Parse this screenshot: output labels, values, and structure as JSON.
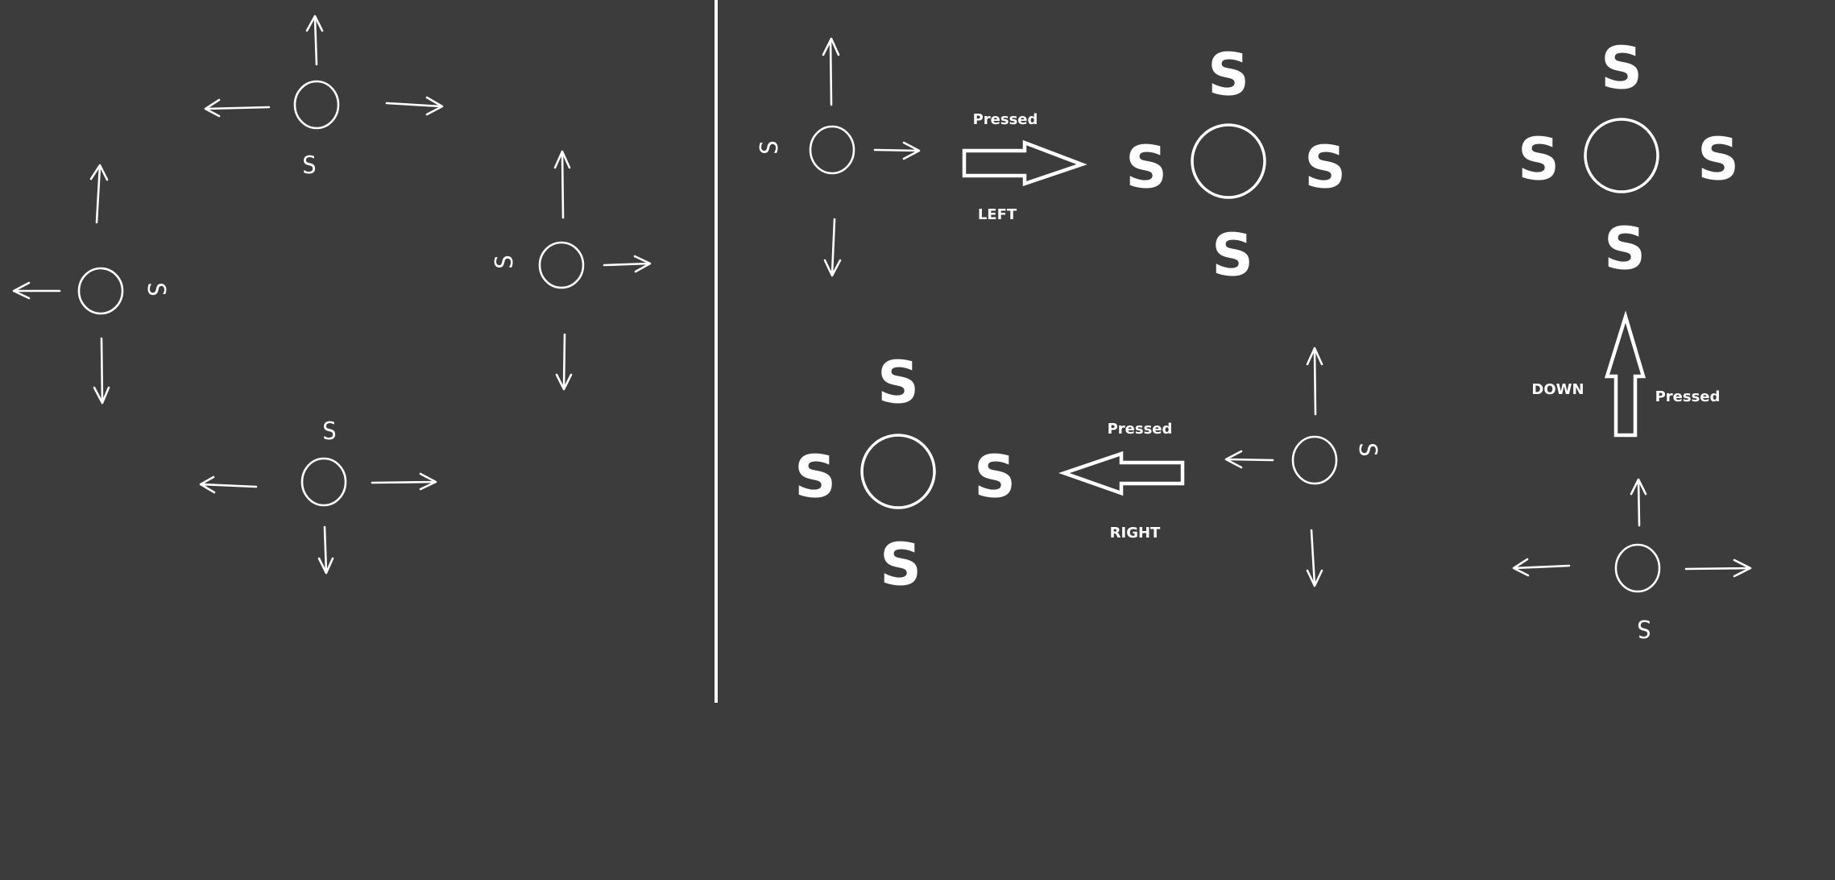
{
  "sketch_letter": "S",
  "result_letter": "S",
  "labels": {
    "left_pressed": "Pressed",
    "left_key": "LEFT",
    "right_pressed": "Pressed",
    "right_key": "RIGHT",
    "down_key": "DOWN",
    "down_pressed": "Pressed"
  }
}
